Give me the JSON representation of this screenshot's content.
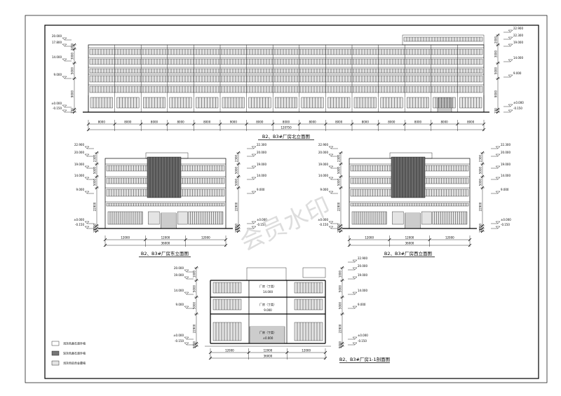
{
  "north_elevation": {
    "title": "B2、B3#厂房北立面图",
    "levels_left": [
      "20.000",
      "17.800",
      "14.000",
      "9.000",
      "±0.000",
      "-0.150"
    ],
    "levels_right": [
      "22.900",
      "22.300",
      "19.000",
      "14.000",
      "9.000",
      "±0.000",
      "-0.150"
    ],
    "vert_dims": [
      "2000",
      "3000",
      "5000",
      "9000",
      "150"
    ],
    "dim_bays": [
      "8000",
      "8000",
      "8000",
      "8000",
      "8000",
      "9000",
      "8000",
      "8000",
      "8000",
      "8000",
      "8000",
      "8000",
      "8000",
      "8000",
      "8000"
    ],
    "dim_total": "120750"
  },
  "east_elevation": {
    "title": "B2、B3#厂房东立面图",
    "levels_left": [
      "22.900",
      "20.000",
      "19.000",
      "14.000",
      "9.000",
      "±0.000",
      "-0.150"
    ],
    "levels_right": [
      "22.300",
      "20.000",
      "19.000",
      "14.000",
      "9.000",
      "±0.000",
      "-0.150"
    ],
    "vert_dims": [
      "2300",
      "5000",
      "5000",
      "22900",
      "9000",
      "150"
    ],
    "dim_bays": [
      "12000",
      "12000",
      "12000"
    ],
    "dim_total": "36000"
  },
  "west_elevation": {
    "title": "B2、B3#厂房西立面图",
    "levels_left": [
      "22.900",
      "20.000",
      "19.000",
      "14.000",
      "9.000",
      "±0.000",
      "-0.150"
    ],
    "levels_right": [
      "22.300",
      "20.000",
      "19.000",
      "14.000",
      "9.000",
      "±0.000",
      "-0.150"
    ],
    "vert_dims": [
      "2300",
      "5000",
      "5000",
      "22900",
      "9000",
      "150"
    ],
    "dim_bays": [
      "12000",
      "12000",
      "12000"
    ],
    "dim_total": "36000"
  },
  "section": {
    "title": "B2、B3#厂房1-1剖面图",
    "levels_left": [
      "20.000",
      "19.000",
      "14.000",
      "9.000",
      "±0.000",
      "-0.150"
    ],
    "levels_right": [
      "22.900",
      "20.000",
      "19.000",
      "14.000",
      "9.000",
      "±0.000",
      "-0.150"
    ],
    "vert_dims": [
      "1000",
      "5000",
      "5000",
      "22900",
      "9000",
      "150"
    ],
    "room_labels": [
      "厂房（丁类）",
      "14.000",
      "厂房（丁类）",
      "9.000",
      "厂房（丁类）",
      "±0.000"
    ],
    "dim_bays": [
      "12000",
      "12000",
      "12000"
    ],
    "dim_total": "36000"
  },
  "legend": [
    "浅灰色真石漆外墙",
    "深灰色真石漆外墙",
    "浅灰色铝合金幕墙"
  ],
  "watermark": "会员水印"
}
